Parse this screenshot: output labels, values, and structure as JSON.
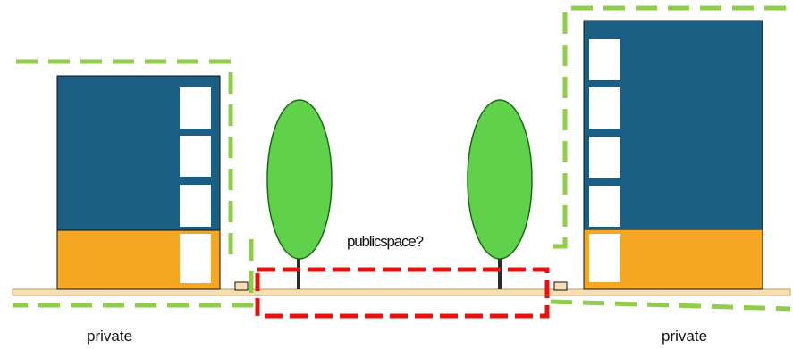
{
  "labels": {
    "left": "private",
    "right": "private",
    "center": "publicspace?"
  },
  "colors": {
    "building_blue": "#1b5e83",
    "building_orange": "#f5a623",
    "window": "#ffffff",
    "tree_green": "#5fd14b",
    "tree_outline": "#1f6a1a",
    "ground": "#f7dfb2",
    "private_boundary": "#8fcd4a",
    "public_boundary": "#e8120c"
  }
}
